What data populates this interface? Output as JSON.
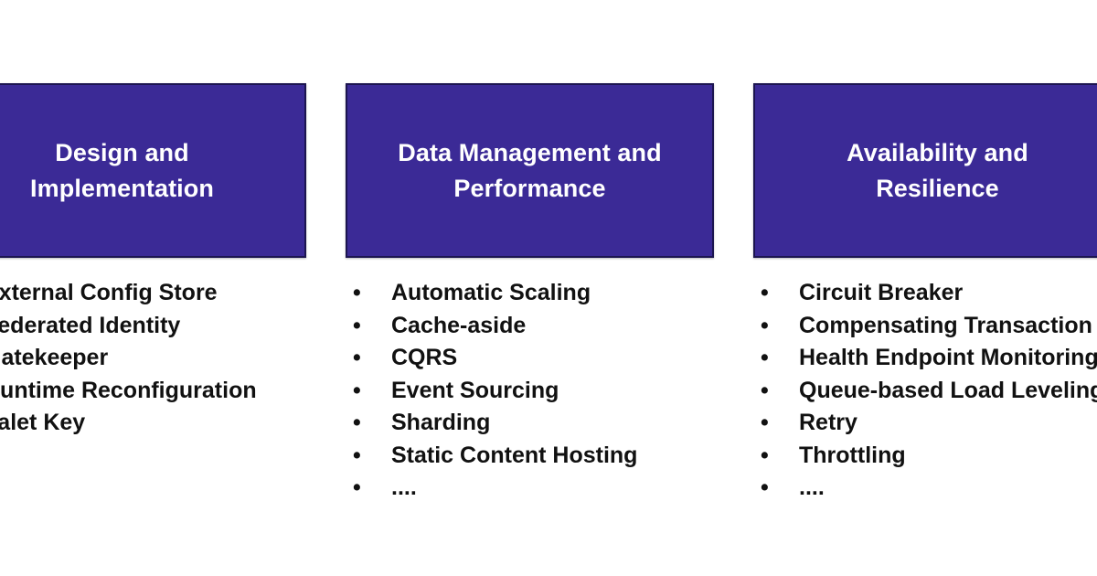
{
  "slide": {
    "background_color": "#ffffff",
    "accent_color": "#3b2a96",
    "border_color": "#1c1550",
    "text_color": "#111111",
    "header_text_color": "#ffffff",
    "bullet_glyph": "•"
  },
  "columns": [
    {
      "id": "design-and-implementation",
      "title": "Design and\nImplementation",
      "items": [
        {
          "bullet": "•",
          "label": "External Config Store"
        },
        {
          "bullet": "•",
          "label": "Federated Identity"
        },
        {
          "bullet": "•",
          "label": "Gatekeeper"
        },
        {
          "bullet": "•",
          "label": "Runtime Reconfiguration"
        },
        {
          "bullet": "•",
          "label": "Valet Key"
        }
      ]
    },
    {
      "id": "data-management-and-performance",
      "title": "Data Management and\nPerformance",
      "items": [
        {
          "bullet": "•",
          "label": "Automatic Scaling"
        },
        {
          "bullet": "•",
          "label": "Cache-aside"
        },
        {
          "bullet": "•",
          "label": "CQRS"
        },
        {
          "bullet": "•",
          "label": "Event Sourcing"
        },
        {
          "bullet": "•",
          "label": "Sharding"
        },
        {
          "bullet": "•",
          "label": "Static Content Hosting"
        },
        {
          "bullet": "•",
          "label": "...."
        }
      ]
    },
    {
      "id": "availability-and-resilience",
      "title": "Availability and\nResilience",
      "items": [
        {
          "bullet": "•",
          "label": "Circuit Breaker"
        },
        {
          "bullet": "•",
          "label": "Compensating Transaction"
        },
        {
          "bullet": "•",
          "label": "Health Endpoint Monitoring"
        },
        {
          "bullet": "•",
          "label": "Queue-based Load Leveling"
        },
        {
          "bullet": "•",
          "label": "Retry"
        },
        {
          "bullet": "•",
          "label": "Throttling"
        },
        {
          "bullet": "•",
          "label": "...."
        }
      ]
    }
  ]
}
